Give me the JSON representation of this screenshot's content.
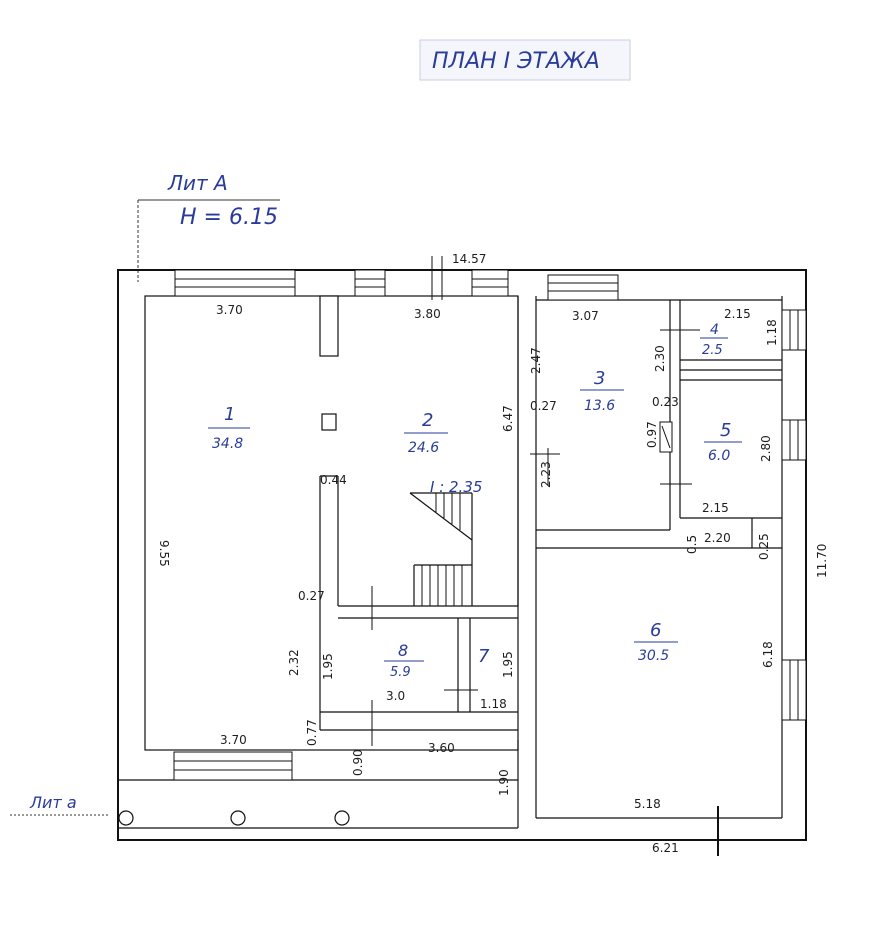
{
  "title": "ПЛАН I ЭТАЖА",
  "lit_label": "Лит А",
  "height_label": "H = 6.15",
  "lit_small": "Лит а",
  "rooms": [
    {
      "number": "1",
      "area": "34.8"
    },
    {
      "number": "2",
      "area": "24.6"
    },
    {
      "number": "3",
      "area": "13.6"
    },
    {
      "number": "4",
      "area": "2.5"
    },
    {
      "number": "5",
      "area": "6.0"
    },
    {
      "number": "6",
      "area": "30.5"
    },
    {
      "number": "7",
      "area": ""
    },
    {
      "number": "8",
      "area": "5.9"
    }
  ],
  "stair_label": "Ⅰ : 2.35",
  "dimensions": {
    "overall_width": "14.57",
    "overall_height": "11.70",
    "r1_top": "3.70",
    "r1_bottom": "3.70",
    "r1_side": "9.55",
    "r2_top": "3.80",
    "r2_side": "6.47",
    "r3_top": "3.07",
    "r3_left": "2.47",
    "r3_right": "2.30",
    "r3_door": "0.27",
    "r3_small": "0.97",
    "r3_small2": "0.23",
    "r3_lower": "2.23",
    "r4_top": "2.15",
    "r4_side": "1.18",
    "r5_side": "2.80",
    "r5_bottom": "2.15",
    "r6_top": "2.20",
    "r6_left_small": "0.5",
    "r6_right_small": "0.25",
    "r6_side": "6.18",
    "r6_bottom": "5.18",
    "bottom_total": "6.21",
    "wall_044": "0.44",
    "wall_027": "0.27",
    "r1_lower": "2.32",
    "r1_corner": "0.77",
    "r8_left": "1.95",
    "r8_bottom": "3.0",
    "r7_side": "1.95",
    "r7_bottom": "1.18",
    "corr_090": "0.90",
    "corr_360": "3.60",
    "corr_190": "1.90"
  }
}
